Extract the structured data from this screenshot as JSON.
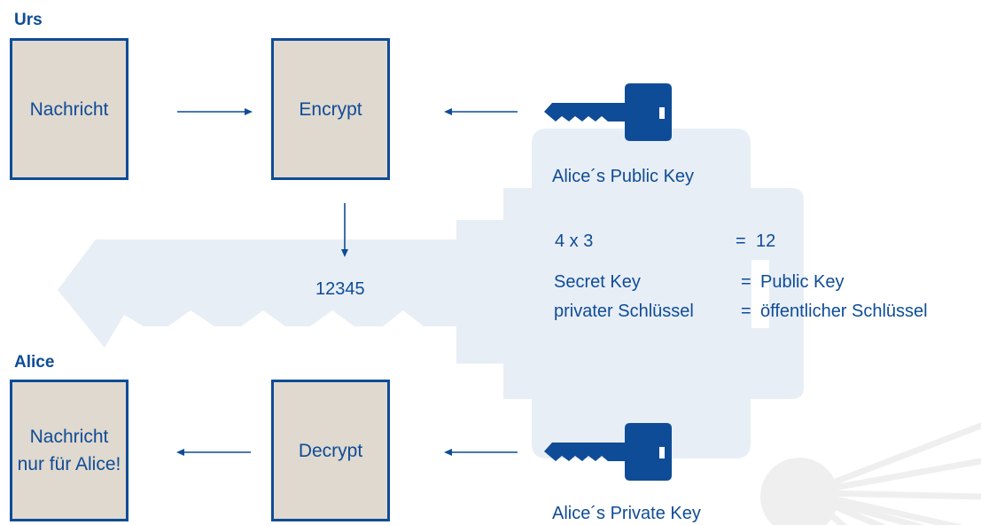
{
  "colors": {
    "primary": "#0f4c97",
    "box_fill": "#e0d9cf",
    "key_shape": "#e8eef6",
    "sun": "#efefef"
  },
  "sender": {
    "heading": "Urs",
    "message_box": "Nachricht",
    "encrypt_box": "Encrypt"
  },
  "receiver": {
    "heading": "Alice",
    "message_box": "Nachricht\nnur für Alice!",
    "decrypt_box": "Decrypt"
  },
  "cipher_text": "12345",
  "public_key_label": "Alice´s Public Key",
  "private_key_label": "Alice´s Private Key",
  "explanation": {
    "line1_left": "4 x 3",
    "line1_eq": "=",
    "line1_right": "12",
    "line2_left": "Secret Key",
    "line2_eq": "=",
    "line2_right": "Public Key",
    "line3_left": "privater Schlüssel",
    "line3_eq": "=",
    "line3_right": "öffentlicher Schlüssel"
  },
  "icons": [
    "key-icon",
    "key-icon",
    "arrow-right-icon",
    "arrow-left-icon",
    "arrow-down-icon",
    "sun-decoration"
  ]
}
